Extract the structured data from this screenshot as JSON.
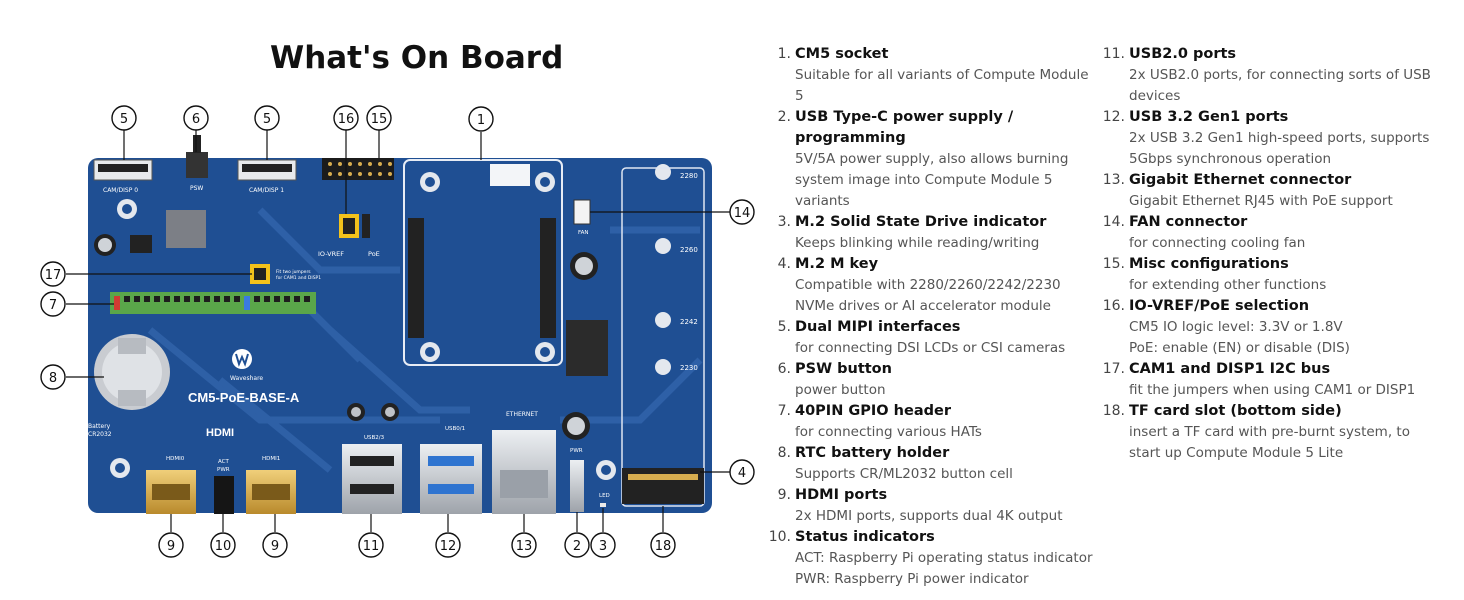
{
  "title": "What's On Board",
  "board": {
    "name": "CM5-PoE-BASE-A",
    "brand": "Waveshare",
    "hdmi_logo": "HDMI",
    "silkscreen": {
      "cam_disp0": "CAM/DISP 0",
      "cam_disp1": "CAM/DISP 1",
      "psw": "PSW",
      "io_vref": "IO-VREF",
      "poe": "PoE",
      "fan": "FAN",
      "ethernet": "ETHERNET",
      "usb23": "USB2/3",
      "usb01": "USB0/1",
      "hdmi0": "HDMI0",
      "hdmi1": "HDMI1",
      "act": "ACT",
      "pwr": "PWR",
      "led": "LED",
      "pwr_label": "PWR",
      "battery": "Battery",
      "cr2032": "CR2032",
      "jumper_note": "Fit two jumpers\nfor CAM1 and DISP1",
      "m2_2280": "2280",
      "m2_2260": "2260",
      "m2_2242": "2242",
      "m2_2230": "2230"
    }
  },
  "callouts": [
    "5",
    "6",
    "5",
    "16",
    "15",
    "1",
    "14",
    "17",
    "7",
    "8",
    "4",
    "9",
    "10",
    "9",
    "11",
    "12",
    "13",
    "2",
    "3",
    "18"
  ],
  "features_left": [
    {
      "num": "1.",
      "title": "CM5 socket",
      "desc": [
        "Suitable for all variants of Compute Module 5"
      ]
    },
    {
      "num": "2.",
      "title": "USB Type-C power supply / programming",
      "title_lines": [
        "USB Type-C power supply /",
        "programming"
      ],
      "desc": [
        "5V/5A power supply, also allows burning",
        "system image into Compute Module 5",
        "variants"
      ]
    },
    {
      "num": "3.",
      "title": "M.2 Solid State Drive indicator",
      "desc": [
        "Keeps blinking while reading/writing"
      ]
    },
    {
      "num": "4.",
      "title": "M.2 M key",
      "desc": [
        "Compatible with 2280/2260/2242/2230",
        "NVMe drives or AI accelerator module"
      ]
    },
    {
      "num": "5.",
      "title": "Dual MIPI interfaces",
      "desc": [
        "for connecting DSI LCDs or CSI cameras"
      ]
    },
    {
      "num": "6.",
      "title": "PSW button",
      "desc": [
        "power button"
      ]
    },
    {
      "num": "7.",
      "title": "40PIN GPIO header",
      "desc": [
        "for connecting various HATs"
      ]
    },
    {
      "num": "8.",
      "title": "RTC battery holder",
      "desc": [
        "Supports CR/ML2032 button cell"
      ]
    },
    {
      "num": "9.",
      "title": "HDMI ports",
      "desc": [
        "2x HDMI ports, supports dual 4K output"
      ]
    },
    {
      "num": "10.",
      "title": "Status indicators",
      "desc": [
        "ACT: Raspberry Pi operating status indicator",
        "PWR: Raspberry Pi power indicator"
      ]
    }
  ],
  "features_right": [
    {
      "num": "11.",
      "title": "USB2.0 ports",
      "desc": [
        "2x USB2.0 ports, for connecting sorts of USB",
        "devices"
      ]
    },
    {
      "num": "12.",
      "title": "USB 3.2 Gen1 ports",
      "desc": [
        "2x USB 3.2 Gen1 high-speed ports, supports",
        "5Gbps synchronous operation"
      ]
    },
    {
      "num": "13.",
      "title": "Gigabit Ethernet connector",
      "desc": [
        "Gigabit Ethernet RJ45 with PoE support"
      ]
    },
    {
      "num": "14.",
      "title": "FAN connector",
      "desc": [
        "for connecting cooling fan"
      ]
    },
    {
      "num": "15.",
      "title": "Misc configurations",
      "desc": [
        "for extending other functions"
      ]
    },
    {
      "num": "16.",
      "title": "IO-VREF/PoE selection",
      "desc": [
        "CM5 IO logic level: 3.3V or 1.8V",
        "PoE: enable (EN) or disable (DIS)"
      ]
    },
    {
      "num": "17.",
      "title": "CAM1 and DISP1 I2C bus",
      "desc": [
        "fit the jumpers when using CAM1 or DISP1"
      ]
    },
    {
      "num": "18.",
      "title": "TF card slot (bottom side)",
      "desc": [
        "insert a TF card with pre-burnt system, to",
        "start up Compute Module 5 Lite"
      ]
    }
  ],
  "colors": {
    "pcb": "#1f4f93",
    "pcb_trace": "#3466ad",
    "gold": "#d7ad4f",
    "silver": "#c9ccd1",
    "header_green": "#5aa64a",
    "jumper_yellow": "#f3c21b"
  }
}
